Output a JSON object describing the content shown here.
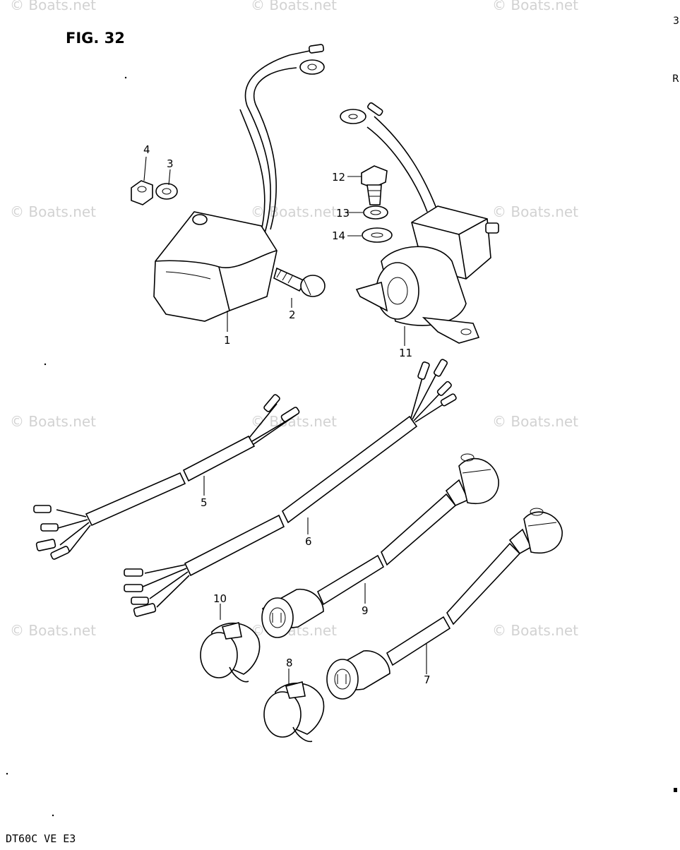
{
  "figure": {
    "title": "FIG. 32",
    "footer": "DT60C VE E3",
    "edge_marks": {
      "top": "3",
      "mid": "R"
    },
    "watermark": "© Boats.net",
    "callouts": {
      "c1": "1",
      "c2": "2",
      "c3": "3",
      "c4": "4",
      "c5": "5",
      "c6": "6",
      "c7": "7",
      "c8": "8",
      "c9": "9",
      "c10": "10",
      "c11": "11",
      "c12": "12",
      "c13": "13",
      "c14": "14"
    }
  },
  "colors": {
    "ink": "#000000",
    "paper": "#ffffff",
    "watermark": "#d2d2d2"
  }
}
